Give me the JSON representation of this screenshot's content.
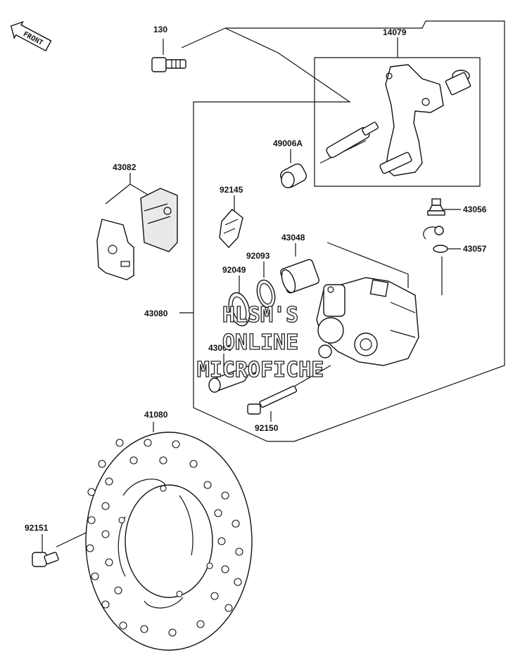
{
  "front_badge": "FRONT",
  "labels": {
    "p130": "130",
    "p14079": "14079",
    "p49006a": "49006A",
    "p43082": "43082",
    "p92145": "92145",
    "p43056": "43056",
    "p43048": "43048",
    "p92093": "92093",
    "p43057": "43057",
    "p92049": "92049",
    "p43080": "43080",
    "p43006": "43006",
    "p92150": "92150",
    "p41080": "41080",
    "p92151": "92151"
  },
  "watermark": {
    "line1": "HLSM'S",
    "line2": "ONLINE",
    "line3": "MICROFICHE"
  }
}
